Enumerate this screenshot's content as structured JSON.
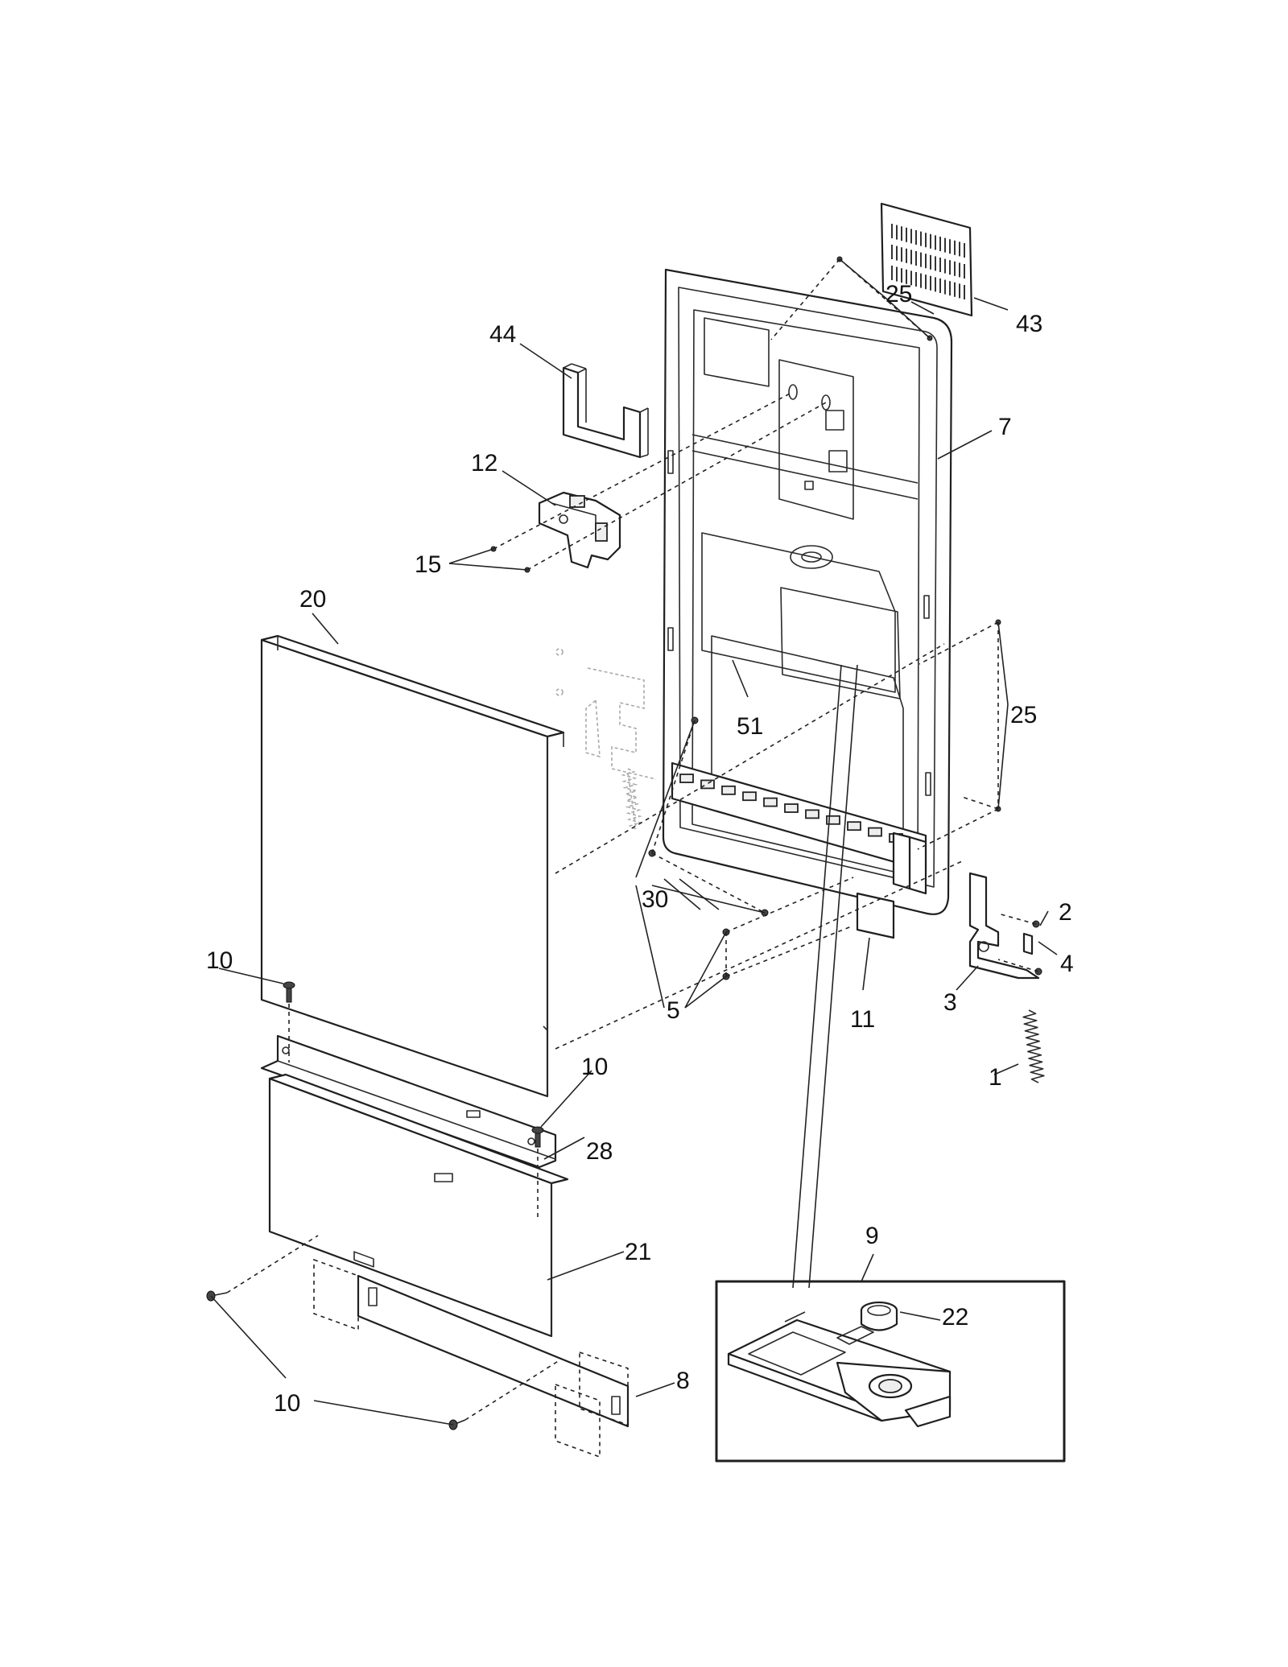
{
  "callouts": {
    "c1": "1",
    "c2": "2",
    "c3": "3",
    "c4": "4",
    "c5": "5",
    "c7": "7",
    "c8": "8",
    "c9": "9",
    "c10a": "10",
    "c10b": "10",
    "c10c": "10",
    "c11": "11",
    "c12": "12",
    "c15": "15",
    "c20": "20",
    "c21": "21",
    "c22": "22",
    "c25a": "25",
    "c25b": "25",
    "c28": "28",
    "c30": "30",
    "c43": "43",
    "c44": "44",
    "c51": "51"
  }
}
